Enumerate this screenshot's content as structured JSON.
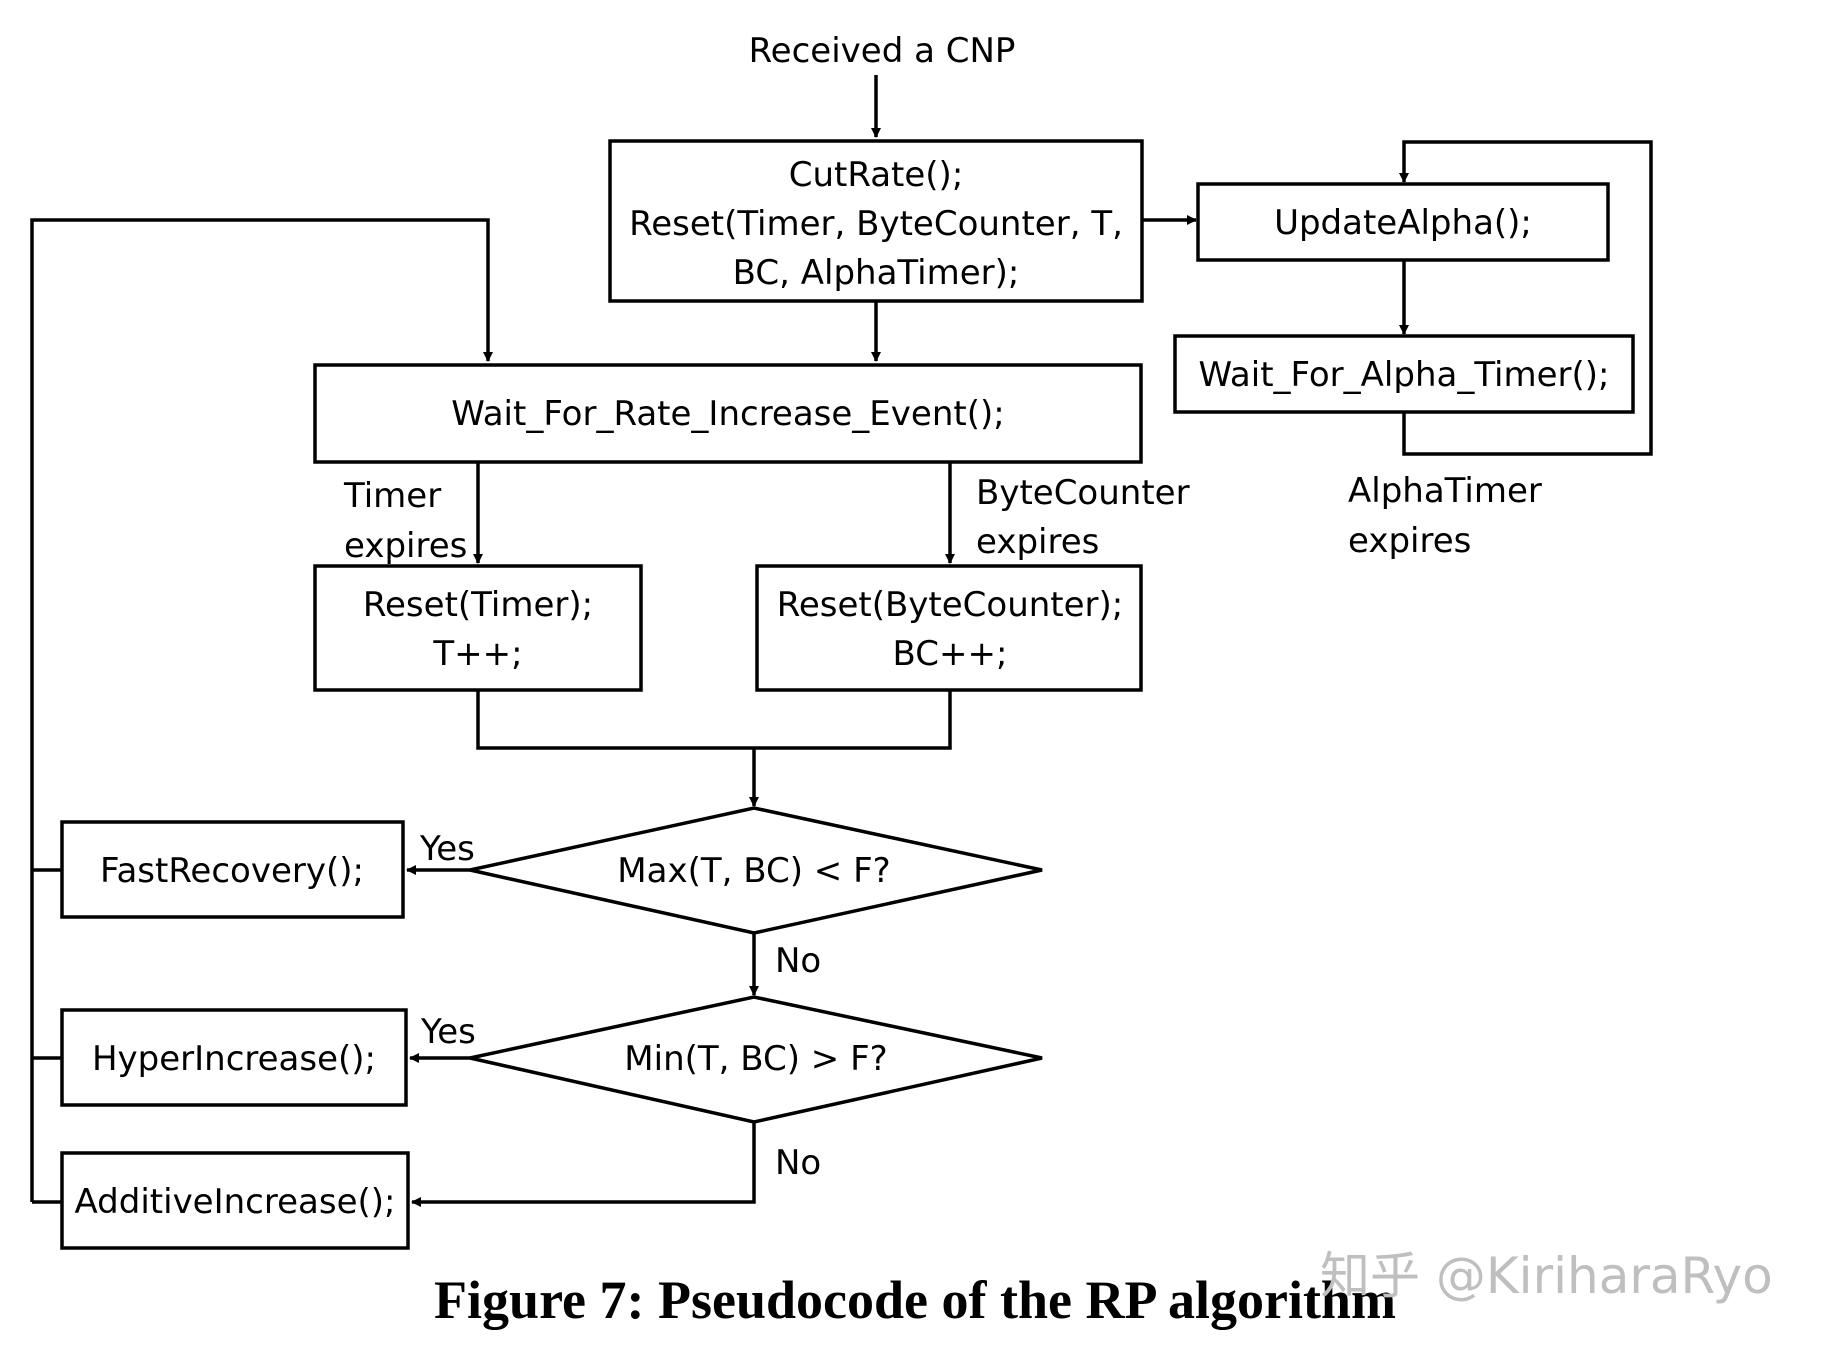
{
  "diagram": {
    "start_label": "Received a CNP",
    "cut_rate_box": [
      "CutRate();",
      "Reset(Timer, ByteCounter, T,",
      "BC, AlphaTimer);"
    ],
    "update_alpha_box": "UpdateAlpha();",
    "wait_alpha_box": "Wait_For_Alpha_Timer();",
    "alpha_timer_label": [
      "AlphaTimer",
      "expires"
    ],
    "wait_rate_box": "Wait_For_Rate_Increase_Event();",
    "timer_expires_label": [
      "Timer",
      "expires"
    ],
    "bytecounter_expires_label": [
      "ByteCounter",
      "expires"
    ],
    "reset_timer_box": [
      "Reset(Timer);",
      "T++;"
    ],
    "reset_bytecounter_box": [
      "Reset(ByteCounter);",
      "BC++;"
    ],
    "decision_max": "Max(T, BC) < F?",
    "decision_min": "Min(T, BC) > F?",
    "yes_label_1": "Yes",
    "yes_label_2": "Yes",
    "no_label_1": "No",
    "no_label_2": "No",
    "fast_recovery_box": "FastRecovery();",
    "hyper_increase_box": "HyperIncrease();",
    "additive_increase_box": "AdditiveIncrease();"
  },
  "caption": "Figure 7: Pseudocode of the RP algorithm",
  "watermark": "知乎 @KiriharaRyo"
}
